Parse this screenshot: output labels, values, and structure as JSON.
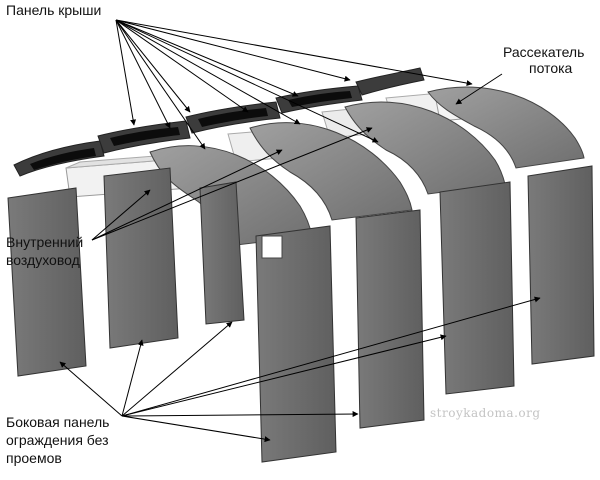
{
  "labels": {
    "roof_panel": "Панель крыши",
    "flow_divider_line1": "Рассекатель",
    "flow_divider_line2": "потока",
    "inner_duct_line1": "Внутренний",
    "inner_duct_line2": "воздуховод",
    "side_panel_line1": "Боковая панель",
    "side_panel_line2": "ограждения без",
    "side_panel_line3": "проемов"
  },
  "watermark": "stroykadoma.org",
  "colors": {
    "panel_fill": "#6e6e6e",
    "panel_edge": "#3a3a3a",
    "arch_fill": "#8a8a8a",
    "roof_strip": "#3c3c3c",
    "roof_glass": "#0c0c0c",
    "duct_fill": "#f2f2f2",
    "leader_line": "#000000"
  }
}
